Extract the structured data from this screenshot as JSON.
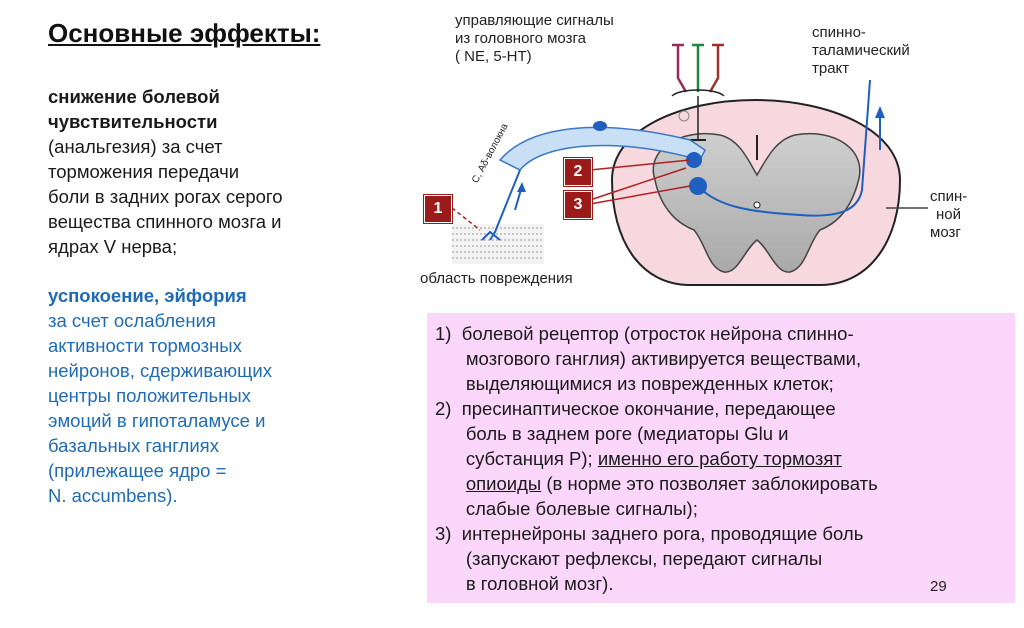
{
  "heading": "Основные эффекты:",
  "left": {
    "effect1_title": [
      "снижение болевой",
      "чувствительности"
    ],
    "effect1_body": [
      "(анальгезия) за счет",
      "торможения передачи",
      "боли в задних рогах серого",
      "вещества спинного мозга и",
      "ядрах V нерва;"
    ],
    "effect2_title": "успокоение, эйфория",
    "effect2_body": [
      "за счет ослабления",
      "активности тормозных",
      "нейронов, сдерживающих",
      "центры положительных",
      "эмоций в гипоталамусе и",
      "базальных ганглиях",
      "(прилежащее ядро =",
      "N. accumbens)."
    ]
  },
  "diagram": {
    "control_signals": [
      "управляющие сигналы",
      "из головного мозга",
      "( NE, 5-HT)"
    ],
    "tract": [
      "спинно-",
      "таламический",
      "тракт"
    ],
    "spinal_cord": [
      "спин-",
      "ной",
      "мозг"
    ],
    "damage_area": "область повреждения",
    "fiber_label": "С, Аδ-волокна",
    "badges": [
      "1",
      "2",
      "3"
    ]
  },
  "list": {
    "item1": [
      "1)  болевой рецептор (отросток нейрона спинно-",
      "      мозгового ганглия) активируется веществами,",
      "      выделяющимися из поврежденных клеток;"
    ],
    "item2_l1": "2)  пресинаптическое окончание, передающее",
    "item2_l2": "      боль в заднем роге (медиаторы Glu и",
    "item2_l3a": "      субстанция Р); ",
    "item2_l3b": "именно его работу тормозят",
    "item2_l4a": "      ",
    "item2_l4b": "опиоиды",
    "item2_l4c": " (в норме это позволяет заблокировать",
    "item2_l5": "      слабые болевые сигналы);",
    "item3": [
      "3)  интернейроны заднего рога, проводящие боль",
      "      (запускают рефлексы, передают сигналы",
      "      в головной мозг)."
    ]
  },
  "page_number": "29",
  "colors": {
    "badge": "#9b1b1b",
    "blue_text": "#1f6bb5",
    "pink_box": "#fbd6fb",
    "nerve_blue": "#1f5fbf"
  }
}
